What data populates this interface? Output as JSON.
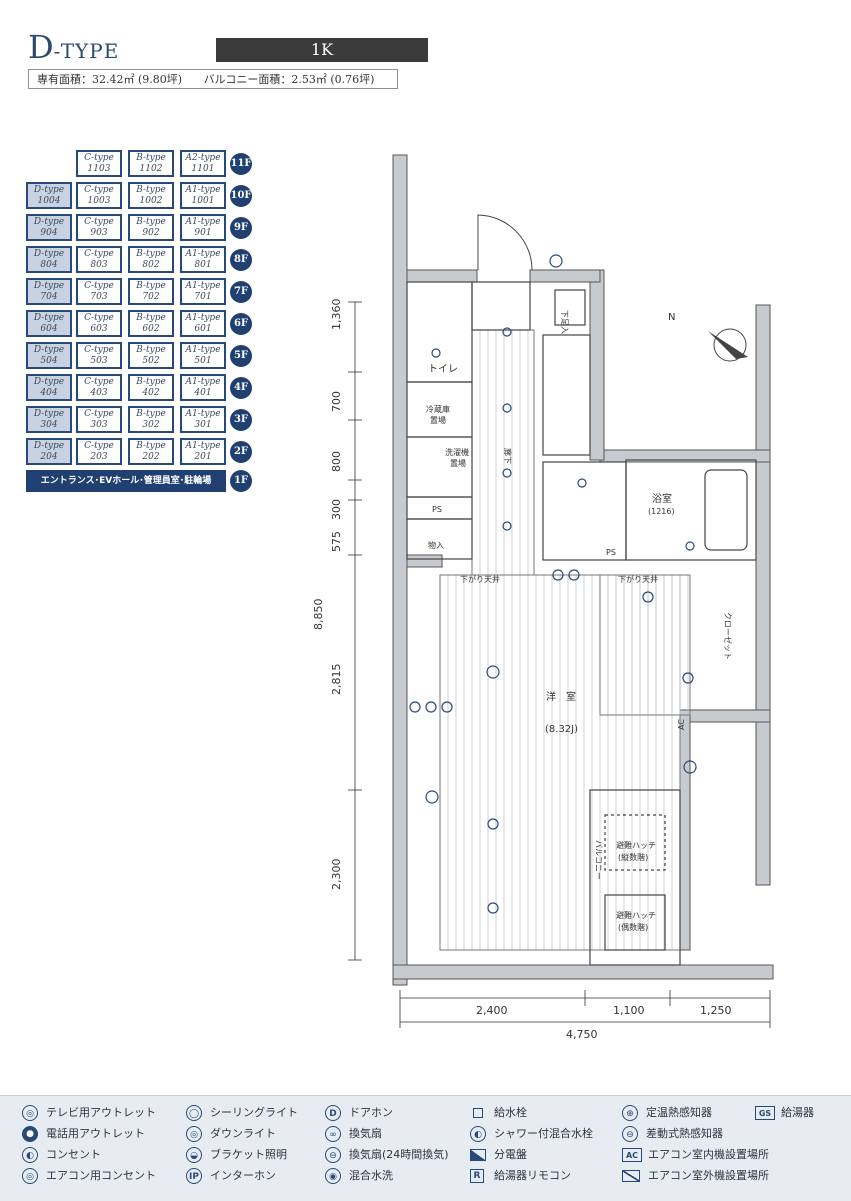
{
  "header": {
    "type_initial": "D",
    "type_rest": "-TYPE",
    "layout": "1K",
    "private_area": "専有面積：32.42㎡ (9.80坪)",
    "balcony_area": "バルコニー面積：2.53㎡ (0.76坪)"
  },
  "floor_table": {
    "rows": [
      {
        "floor": "11F",
        "units": [
          null,
          {
            "type": "C-type",
            "no": "1103"
          },
          {
            "type": "B-type",
            "no": "1102"
          },
          {
            "type": "A2-type",
            "no": "1101"
          }
        ]
      },
      {
        "floor": "10F",
        "units": [
          {
            "type": "D-type",
            "no": "1004"
          },
          {
            "type": "C-type",
            "no": "1003"
          },
          {
            "type": "B-type",
            "no": "1002"
          },
          {
            "type": "A1-type",
            "no": "1001"
          }
        ]
      },
      {
        "floor": "9F",
        "units": [
          {
            "type": "D-type",
            "no": "904"
          },
          {
            "type": "C-type",
            "no": "903"
          },
          {
            "type": "B-type",
            "no": "902"
          },
          {
            "type": "A1-type",
            "no": "901"
          }
        ]
      },
      {
        "floor": "8F",
        "units": [
          {
            "type": "D-type",
            "no": "804"
          },
          {
            "type": "C-type",
            "no": "803"
          },
          {
            "type": "B-type",
            "no": "802"
          },
          {
            "type": "A1-type",
            "no": "801"
          }
        ]
      },
      {
        "floor": "7F",
        "units": [
          {
            "type": "D-type",
            "no": "704"
          },
          {
            "type": "C-type",
            "no": "703"
          },
          {
            "type": "B-type",
            "no": "702"
          },
          {
            "type": "A1-type",
            "no": "701"
          }
        ]
      },
      {
        "floor": "6F",
        "units": [
          {
            "type": "D-type",
            "no": "604"
          },
          {
            "type": "C-type",
            "no": "603"
          },
          {
            "type": "B-type",
            "no": "602"
          },
          {
            "type": "A1-type",
            "no": "601"
          }
        ]
      },
      {
        "floor": "5F",
        "units": [
          {
            "type": "D-type",
            "no": "504"
          },
          {
            "type": "C-type",
            "no": "503"
          },
          {
            "type": "B-type",
            "no": "502"
          },
          {
            "type": "A1-type",
            "no": "501"
          }
        ]
      },
      {
        "floor": "4F",
        "units": [
          {
            "type": "D-type",
            "no": "404"
          },
          {
            "type": "C-type",
            "no": "403"
          },
          {
            "type": "B-type",
            "no": "402"
          },
          {
            "type": "A1-type",
            "no": "401"
          }
        ]
      },
      {
        "floor": "3F",
        "units": [
          {
            "type": "D-type",
            "no": "304"
          },
          {
            "type": "C-type",
            "no": "303"
          },
          {
            "type": "B-type",
            "no": "302"
          },
          {
            "type": "A1-type",
            "no": "301"
          }
        ]
      },
      {
        "floor": "2F",
        "units": [
          {
            "type": "D-type",
            "no": "204"
          },
          {
            "type": "C-type",
            "no": "203"
          },
          {
            "type": "B-type",
            "no": "202"
          },
          {
            "type": "A1-type",
            "no": "201"
          }
        ]
      }
    ],
    "ground": {
      "floor": "1F",
      "label": "エントランス･EVホール･管理員室･駐輪場"
    }
  },
  "plan": {
    "rooms": {
      "toilet": "トイレ",
      "fridge": "冷蔵庫",
      "fridge2": "置場",
      "washer": "洗濯機",
      "washer2": "置場",
      "ps": "PS",
      "storage": "物入",
      "hall": "廊下",
      "bath": "浴室",
      "bath_size": "(1216)",
      "ps2": "PS",
      "shoebox": "下足入",
      "ceiling1": "下がり天井",
      "ceiling2": "下がり天井",
      "closet": "クローゼット",
      "western": "洋　室",
      "western_size": "(8.32J)",
      "balcony": "バルコニー",
      "hatch1": "避難ハッチ",
      "hatch1b": "(縦数階)",
      "hatch2": "避難ハッチ",
      "hatch2b": "(偶数階)",
      "ac": "AC",
      "north": "N"
    },
    "dims_left": [
      "1,360",
      "700",
      "800",
      "300",
      "575",
      "2,815",
      "2,300"
    ],
    "dim_total_height": "8,850",
    "dims_bottom": [
      "2,400",
      "1,100",
      "1,250"
    ],
    "dim_total_width": "4,750"
  },
  "legend": [
    {
      "sym": "◎",
      "shape": "circle",
      "label": "テレビ用アウトレット"
    },
    {
      "sym": "●",
      "shape": "filled",
      "label": "電話用アウトレット"
    },
    {
      "sym": "◐",
      "shape": "circle",
      "label": "コンセント"
    },
    {
      "sym": "◎",
      "shape": "circle",
      "label": "エアコン用コンセント"
    },
    {
      "sym": "◯",
      "shape": "circle",
      "label": "シーリングライト"
    },
    {
      "sym": "◎",
      "shape": "circle",
      "label": "ダウンライト"
    },
    {
      "sym": "◒",
      "shape": "circle",
      "label": "ブラケット照明"
    },
    {
      "sym": "IP",
      "shape": "dcircle",
      "label": "インターホン"
    },
    {
      "sym": "D",
      "shape": "dcircle",
      "label": "ドアホン"
    },
    {
      "sym": "∞",
      "shape": "circle",
      "label": "換気扇"
    },
    {
      "sym": "⊖",
      "shape": "circle",
      "label": "換気扇(24時間換気)"
    },
    {
      "sym": "◉",
      "shape": "circle",
      "label": "混合水洗"
    },
    {
      "sym": "",
      "shape": "square",
      "label": "給水栓"
    },
    {
      "sym": "◐",
      "shape": "circle",
      "label": "シャワー付混合水栓"
    },
    {
      "sym": "",
      "shape": "half",
      "label": "分電盤"
    },
    {
      "sym": "R",
      "shape": "rbox",
      "label": "給湯器リモコン"
    },
    {
      "sym": "⊕",
      "shape": "circle",
      "label": "定温熱感知器"
    },
    {
      "sym": "⊖",
      "shape": "circle",
      "label": "差動式熱感知器"
    },
    {
      "sym": "AC",
      "shape": "tagbox",
      "label": "エアコン室内機設置場所"
    },
    {
      "sym": "",
      "shape": "diag",
      "label": "エアコン室外機設置場所"
    },
    {
      "sym": "GS",
      "shape": "tagbox",
      "label": "給湯器"
    }
  ]
}
